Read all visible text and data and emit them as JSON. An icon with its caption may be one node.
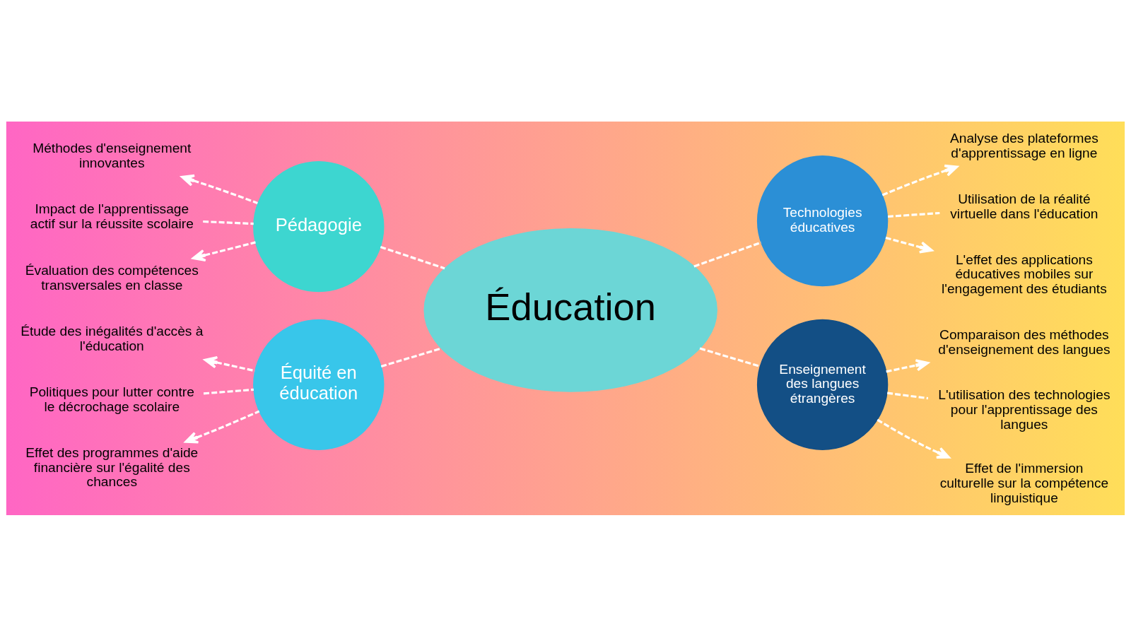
{
  "diagram": {
    "nodes": [
      {
        "text": [
          "Éducation"
        ]
      },
      {
        "text": [
          "Pédagogie"
        ]
      },
      {
        "text": [
          "Méthodes d'enseignement innovantes"
        ]
      },
      {
        "text": [
          "Impact de l'apprentissage actif sur la réussite scolaire"
        ]
      },
      {
        "text": [
          "Évaluation des compétences transversales en classe"
        ]
      },
      {
        "text": [
          "Équité en éducation"
        ]
      },
      {
        "text": [
          "Étude des inégalités d'accès à l'éducation"
        ]
      },
      {
        "text": [
          "Politiques pour lutter contre le décrochage scolaire"
        ]
      },
      {
        "text": [
          "Effet des programmes d'aide financière sur l'égalité des chances"
        ]
      },
      {
        "text": [
          "Technologies éducatives"
        ]
      },
      {
        "text": [
          "Analyse des plateformes d'apprentissage en ligne"
        ]
      },
      {
        "text": [
          "Utilisation de la réalité virtuelle dans l'éducation"
        ]
      },
      {
        "text": [
          "L'effet des applications éducatives mobiles sur l'engagement des étudiants"
        ]
      },
      {
        "text": [
          "Enseignement des langues étrangères"
        ]
      },
      {
        "text": [
          "Comparaison des méthodes d'enseignement des langues"
        ]
      },
      {
        "text": [
          "L'utilisation des technologies pour l'apprentissage des langues"
        ]
      },
      {
        "text": [
          "Effet de l'immersion culturelle sur la compétence linguistique"
        ]
      }
    ],
    "edges": [
      {
        "from": 0,
        "to": 1,
        "arrow": "none",
        "style": "dashed"
      },
      {
        "from": 0,
        "to": 5,
        "arrow": "none",
        "style": "dashed"
      },
      {
        "from": 0,
        "to": 9,
        "arrow": "none",
        "style": "dashed"
      },
      {
        "from": 0,
        "to": 13,
        "arrow": "none",
        "style": "dashed"
      },
      {
        "from": 1,
        "to": 2,
        "arrow": "to",
        "style": "dashed"
      },
      {
        "from": 1,
        "to": 3,
        "arrow": "none",
        "style": "dashed"
      },
      {
        "from": 1,
        "to": 4,
        "arrow": "to",
        "style": "dashed"
      },
      {
        "from": 5,
        "to": 6,
        "arrow": "to",
        "style": "dashed"
      },
      {
        "from": 5,
        "to": 7,
        "arrow": "none",
        "style": "dashed"
      },
      {
        "from": 5,
        "to": 8,
        "arrow": "to",
        "style": "dashed"
      },
      {
        "from": 9,
        "to": 10,
        "arrow": "to",
        "style": "dashed"
      },
      {
        "from": 9,
        "to": 11,
        "arrow": "none",
        "style": "dashed"
      },
      {
        "from": 9,
        "to": 12,
        "arrow": "to",
        "style": "dashed"
      },
      {
        "from": 13,
        "to": 14,
        "arrow": "to",
        "style": "dashed"
      },
      {
        "from": 13,
        "to": 15,
        "arrow": "none",
        "style": "dashed"
      },
      {
        "from": 13,
        "to": 16,
        "arrow": "to",
        "style": "dashed"
      }
    ]
  }
}
